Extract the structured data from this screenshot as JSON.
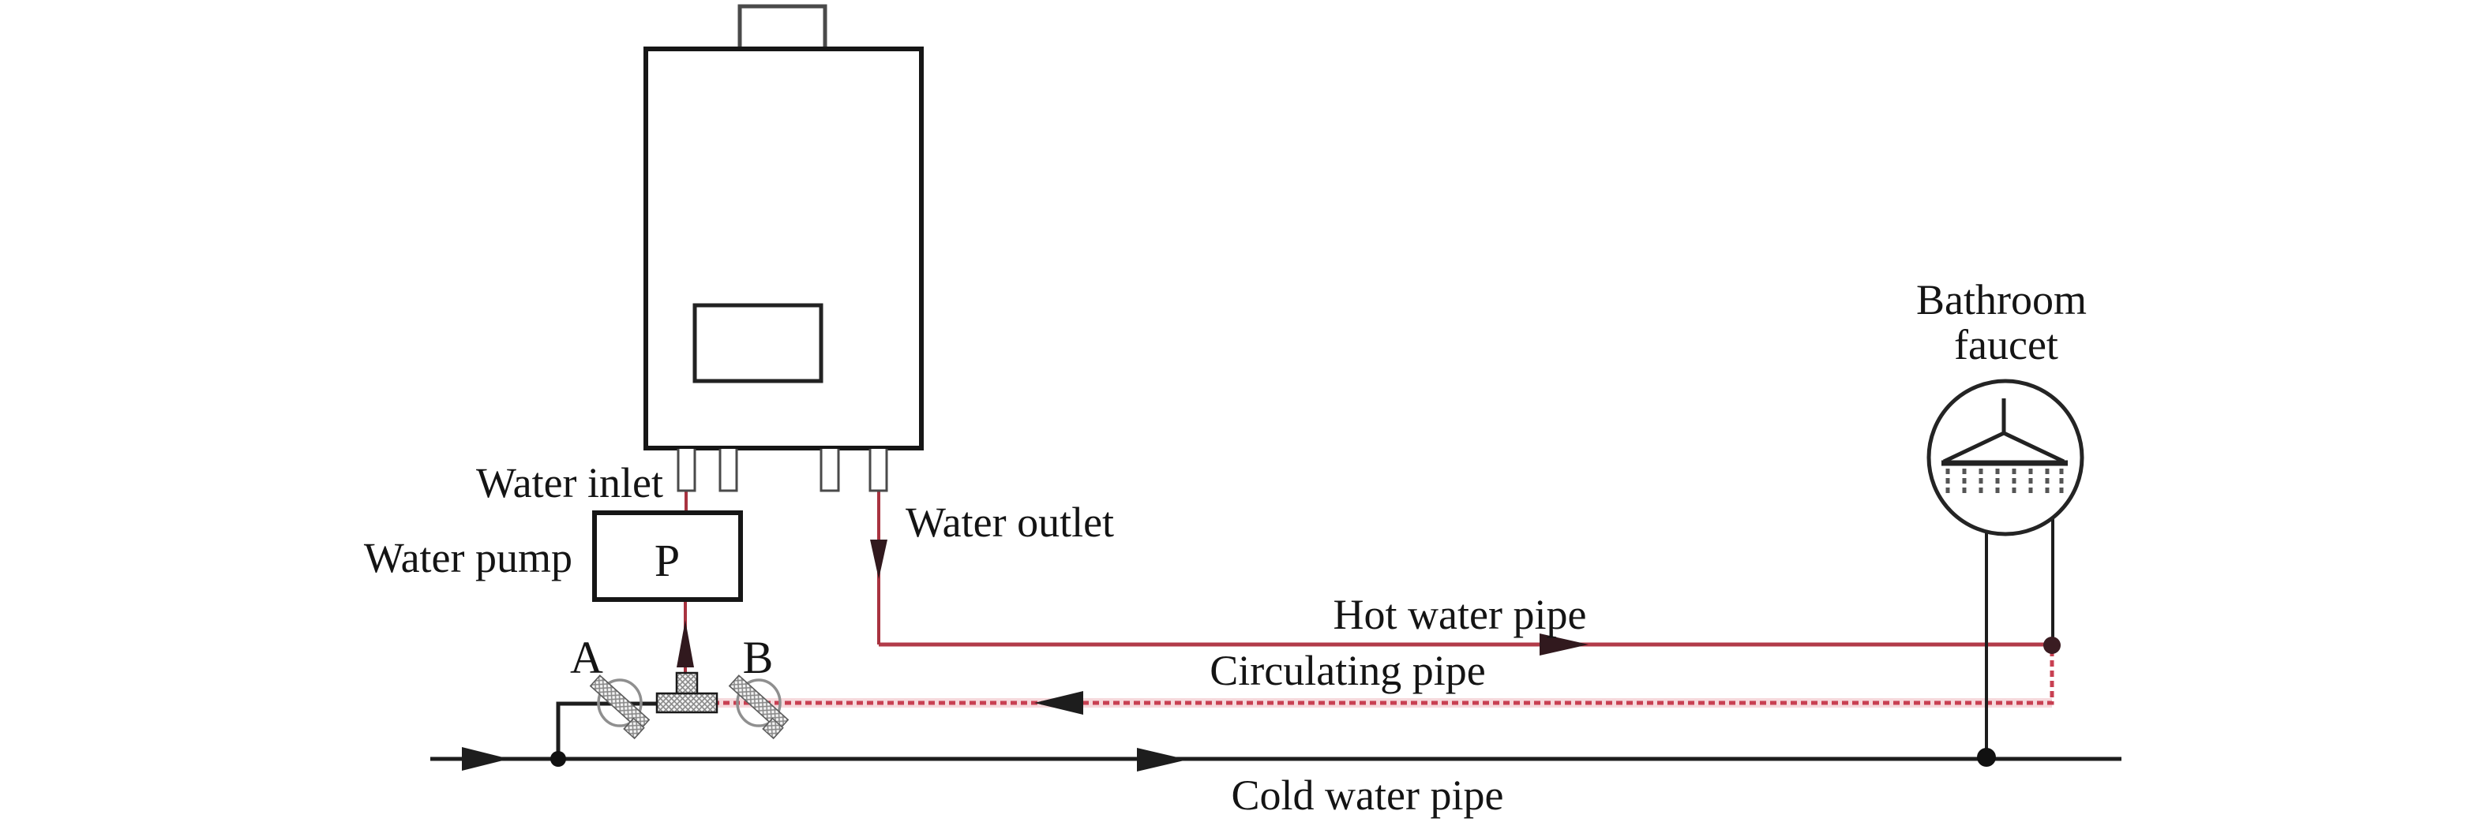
{
  "figure": {
    "type": "water-heater-plumbing-schematic",
    "labels": {
      "water_inlet": "Water inlet",
      "water_pump": "Water pump",
      "pump_symbol": "P",
      "valve_a": "A",
      "valve_b": "B",
      "water_outlet": "Water outlet",
      "hot_water_pipe": "Hot water pipe",
      "circulating_pipe": "Circulating pipe",
      "cold_water_pipe": "Cold water pipe",
      "bathroom_faucet_line1": "Bathroom",
      "bathroom_faucet_line2": "faucet"
    },
    "colors": {
      "hot_pipe_red": "#b23b49",
      "circulating_pipe_red": "#c84052",
      "inlet_outlet_red": "#a83340",
      "pipe_black": "#1d1d1d",
      "flow_arrow_dark": "#31191e",
      "valve_gray": "#8f8f8f",
      "background": "#ffffff"
    }
  }
}
